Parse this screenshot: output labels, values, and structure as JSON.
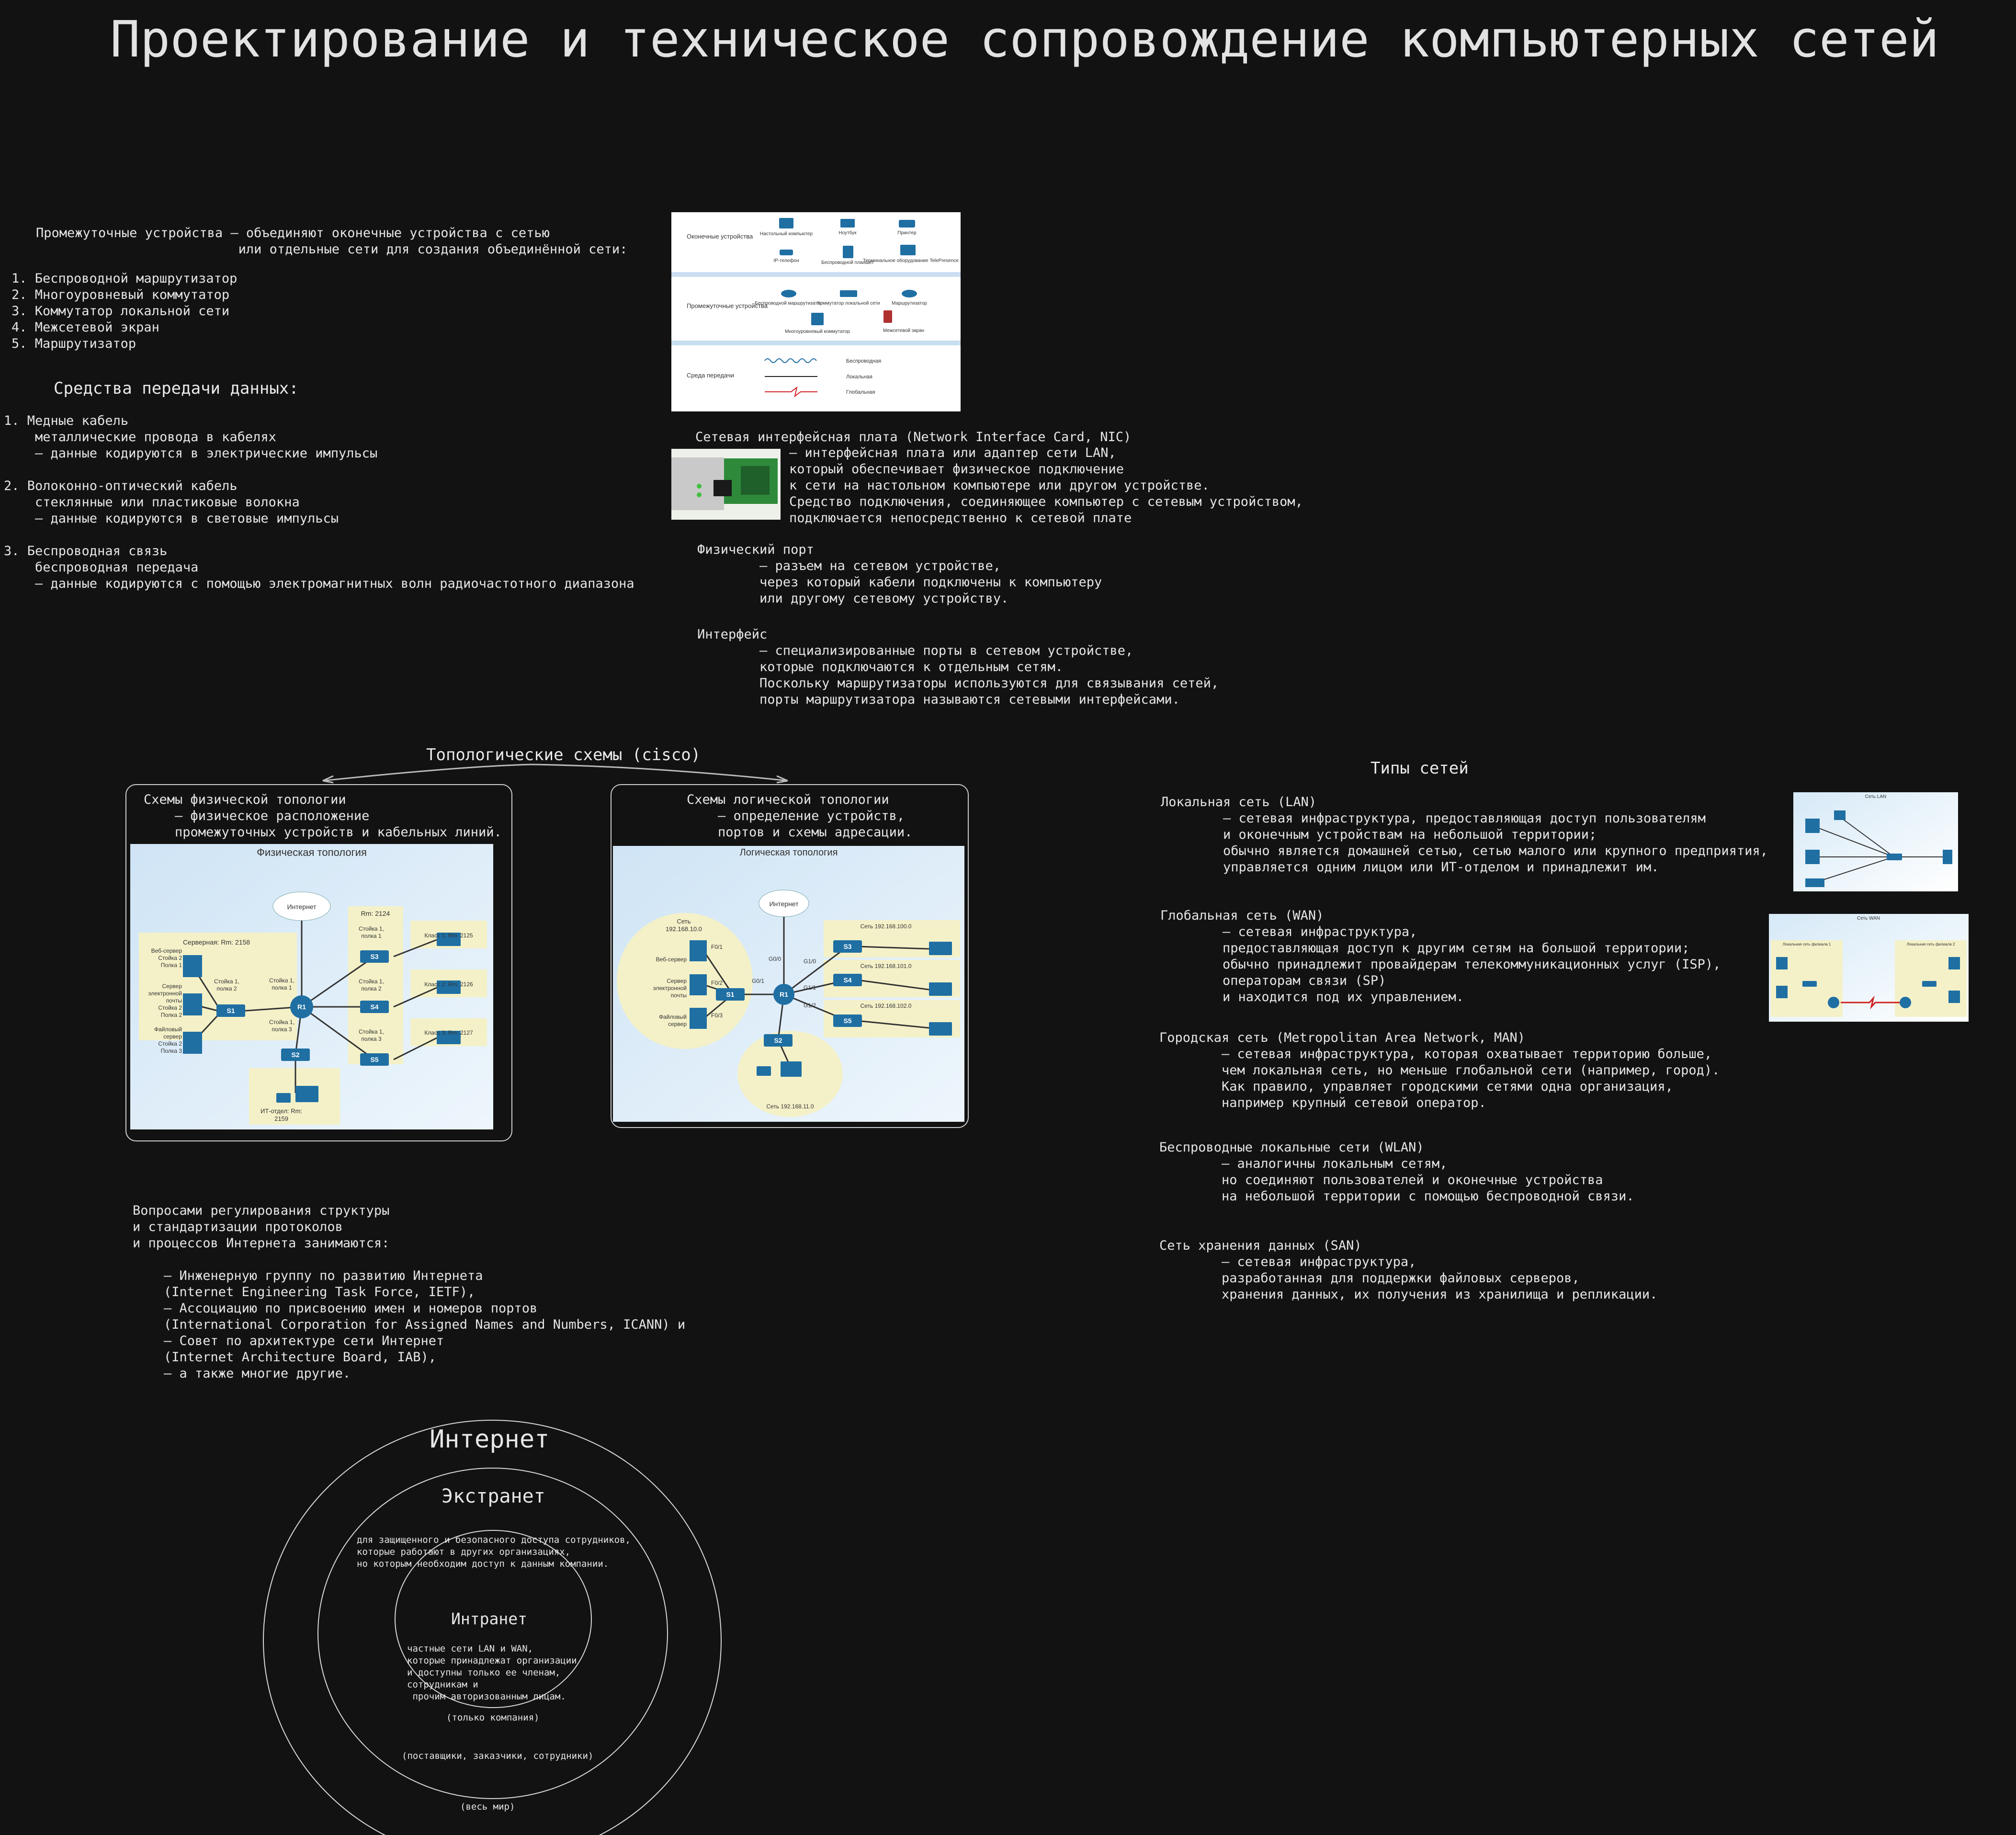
{
  "title": "Проектирование и техническое сопровождение компьютерных сетей",
  "intermediate": {
    "intro": "Промежуточные устройства – объединяют оконечные устройства с сетью\n                          или отдельные сети для создания объединённой сети:",
    "list": "1. Беспроводной маршрутизатор\n2. Многоуровневый коммутатор\n3. Коммутатор локальной сети\n4. Межсетевой экран\n5. Маршрутизатор"
  },
  "media": {
    "heading": "Средства передачи данных:",
    "body": "1. Медные кабель\n    металлические провода в кабелях\n    – данные кодируются в электрические импульсы\n\n2. Волоконно-оптический кабель\n    стеклянные или пластиковые волокна\n    – данные кодируются в световые импульсы\n\n3. Беспроводная связь\n    беспроводная передача\n    – данные кодируются с помощью электромагнитных волн радиочастотного диапазона"
  },
  "devices_figure": {
    "end_label": "Оконечные устройства",
    "inter_label": "Промежуточные устройства",
    "media_label": "Среда передачи",
    "end_items": [
      "Настольный компьютер",
      "Ноутбук",
      "Принтер",
      "IP-телефон",
      "Беспроводной планшет",
      "Терминальное оборудование TelePresence"
    ],
    "inter_items": [
      "Беспроводной маршрутизатор",
      "Коммутатор локальной сети",
      "Маршрутизатор",
      "Многоуровневый коммутатор",
      "Межсетевой экран"
    ],
    "media_items": [
      "Беспроводная",
      "Локальная",
      "Глобальная"
    ]
  },
  "nic": {
    "title": "Сетевая интерфейсная плата (Network Interface Card, NIC)",
    "body": "– интерфейсная плата или адаптер сети LAN,\nкоторый обеспечивает физическое подключение\nк сети на настольном компьютере или другом устройстве.\nСредство подключения, соединяющее компьютер с сетевым устройством,\nподключается непосредственно к сетевой плате",
    "port": "Физический порт\n        – разъем на сетевом устройстве,\n        через который кабели подключены к компьютеру\n        или другому сетевому устройству.",
    "iface": "Интерфейс\n        – специализированные порты в сетевом устройстве,\n        которые подключаются к отдельным сетям.\n        Поскольку маршрутизаторы используются для связывания сетей,\n        порты маршрутизатора называются сетевыми интерфейсами."
  },
  "topology": {
    "heading": "Топологические схемы (cisco)",
    "physical_desc": "Схемы физической топологии\n    – физическое расположение\n    промежуточных устройств и кабельных линий.",
    "logical_desc": "Схемы логической топологии\n    – определение устройств,\n    портов и схемы адресации.",
    "physical_title": "Физическая топология",
    "logical_title": "Логическая топология",
    "phys": {
      "internet": "Интернет",
      "server_room": "Серверная: Rm: 2158",
      "rm2124": "Rm: 2124",
      "web": "Веб-сервер\nСтойка 2\nПолка 1",
      "mail": "Сервер\nэлектронной\nпочты\nСтойка 2\nПолка 2",
      "file": "Файловый\nсервер\nСтойка 2\nПолка 3",
      "rack12": "Стойка 1,\nполка 2",
      "rack11": "Стойка 1,\nполка 1",
      "rack11b": "Стойка 1,\nполка 1",
      "rack13": "Стойка 1,\nполка 3",
      "rack12b": "Стойка 1,\nполка 2",
      "rack13b": "Стойка 1,\nполка 3",
      "class1": "Класс 1: Rm: 2125",
      "class2": "Класс 2: Rm: 2126",
      "class3": "Класс 3: Rm: 2127",
      "it": "ИТ-отдел: Rm:\n2159",
      "s1": "S1",
      "s2": "S2",
      "s3": "S3",
      "s4": "S4",
      "s5": "S5",
      "r1": "R1"
    },
    "log": {
      "internet": "Интернет",
      "net10": "Сеть\n192.168.10.0",
      "web": "Веб-сервер",
      "mail": "Сервер\nэлектронной\nпочты",
      "file": "Файловый\nсервер",
      "net100": "Сеть 192.168.100.0",
      "net101": "Сеть 192.168.101.0",
      "net102": "Сеть 192.168.102.0",
      "net11": "Сеть 192.168.11.0",
      "fa1": "F0/1",
      "fa2": "F0/2",
      "fa3": "F0/3",
      "g00": "G0/0",
      "g01": "G0/1",
      "g10": "G1/0",
      "g11": "G1/1",
      "g12": "G1/2",
      "s1": "S1",
      "s2": "S2",
      "s3": "S3",
      "s4": "S4",
      "s5": "S5",
      "r1": "R1"
    }
  },
  "types": {
    "heading": "Типы сетей",
    "lan": "Локальная сеть (LAN)\n        – сетевая инфраструктура, предоставляющая доступ пользователям\n        и оконечным устройствам на небольшой территории;\n        обычно является домашней сетью, сетью малого или крупного предприятия,\n        управляется одним лицом или ИТ-отделом и принадлежит им.",
    "wan": "Глобальная сеть (WAN)\n        – сетевая инфраструктура,\n        предоставляющая доступ к другим сетям на большой территории;\n        обычно принадлежит провайдерам телекоммуникационных услуг (ISP),\n        операторам связи (SP)\n        и находится под их управлением.",
    "man": "Городская сеть (Metropolitan Area Network, MAN)\n        – сетевая инфраструктура, которая охватывает территорию больше,\n        чем локальная сеть, но меньше глобальной сети (например, город).\n        Как правило, управляет городскими сетями одна организация,\n        например крупный сетевой оператор.",
    "wlan": "Беспроводные локальные сети (WLAN)\n        – аналогичны локальным сетям,\n        но соединяют пользователей и оконечные устройства\n        на небольшой территории с помощью беспроводной связи.",
    "san": "Сеть хранения данных (SAN)\n        – сетевая инфраструктура,\n        разработанная для поддержки файловых серверов,\n        хранения данных, их получения из хранилища и репликации.",
    "lan_img": "Сеть LAN",
    "wan_img": "Сеть WAN",
    "wan_loc1": "Локальная сеть филиала 1",
    "wan_loc2": "Локальная сеть филиала 2"
  },
  "governance": {
    "body": "Вопросами регулирования структуры\nи стандартизации протоколов\nи процессов Интернета занимаются:\n\n    – Инженерную группу по развитию Интернета\n    (Internet Engineering Task Force, IETF),\n    – Ассоциацию по присвоению имен и номеров портов\n    (International Corporation for Assigned Names and Numbers, ICANN) и\n    – Совет по архитектуре сети Интернет\n    (Internet Architecture Board, IAB),\n    – а также многие другие."
  },
  "circles": {
    "internet": "Интернет",
    "extranet": "Экстранет",
    "extranet_desc": "для защищенного и безопасного доступа сотрудников,\nкоторые работают в других организациях,\nно которым необходим доступ к данным компании.",
    "intranet": "Интранет",
    "intranet_desc": "частные сети LAN и WAN,\nкоторые принадлежат организации\nи доступны только ее членам,\nсотрудникам и\n прочим авторизованным лицам.",
    "only_company": "(только компания)",
    "partners": "(поставщики, заказчики, сотрудники)",
    "world": "(весь мир)"
  }
}
